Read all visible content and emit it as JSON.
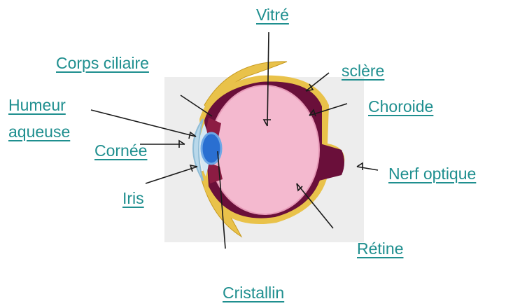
{
  "colors": {
    "label": "#1f8f8f",
    "arrow": "#1a1a1a",
    "background_panel": "#ededed",
    "sclera": "#e9c24a",
    "choroid": "#6a0f3a",
    "vitreous": "#f4b9cf",
    "cornea": "#b9d8ea",
    "lens": "#2a6fd1"
  },
  "labels": {
    "vitre": "Vitré",
    "corps_ciliaire": "Corps ciliaire",
    "sclere": "sclère",
    "humeur_aqueuse_line1": "Humeur",
    "humeur_aqueuse_line2": "aqueuse",
    "choroide": "Choroide",
    "cornee": "Cornée",
    "nerf_optique": "Nerf optique",
    "iris": "Iris",
    "retine": "Rétine",
    "cristallin": "Cristallin"
  }
}
